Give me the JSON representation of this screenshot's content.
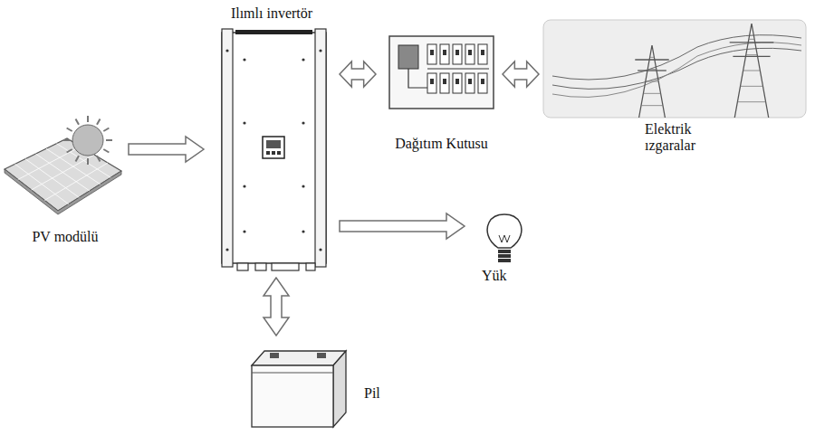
{
  "diagram": {
    "nodes": [
      {
        "text": [
          "Ilımlı invertör"
        ]
      },
      {
        "text": [
          "PV modülü"
        ]
      },
      {
        "text": [
          "Dağıtım Kutusu"
        ]
      },
      {
        "text": [
          "Elektrik ızgaralar"
        ]
      },
      {
        "text": [
          "Yük"
        ]
      },
      {
        "text": [
          "Pil"
        ]
      }
    ],
    "edges": [
      {
        "from": 1,
        "to": 0,
        "arrow": "to"
      },
      {
        "from": 0,
        "to": 2,
        "arrow": "both"
      },
      {
        "from": 2,
        "to": 3,
        "arrow": "both"
      },
      {
        "from": 0,
        "to": 4,
        "arrow": "to"
      },
      {
        "from": 0,
        "to": 5,
        "arrow": "both"
      }
    ]
  }
}
